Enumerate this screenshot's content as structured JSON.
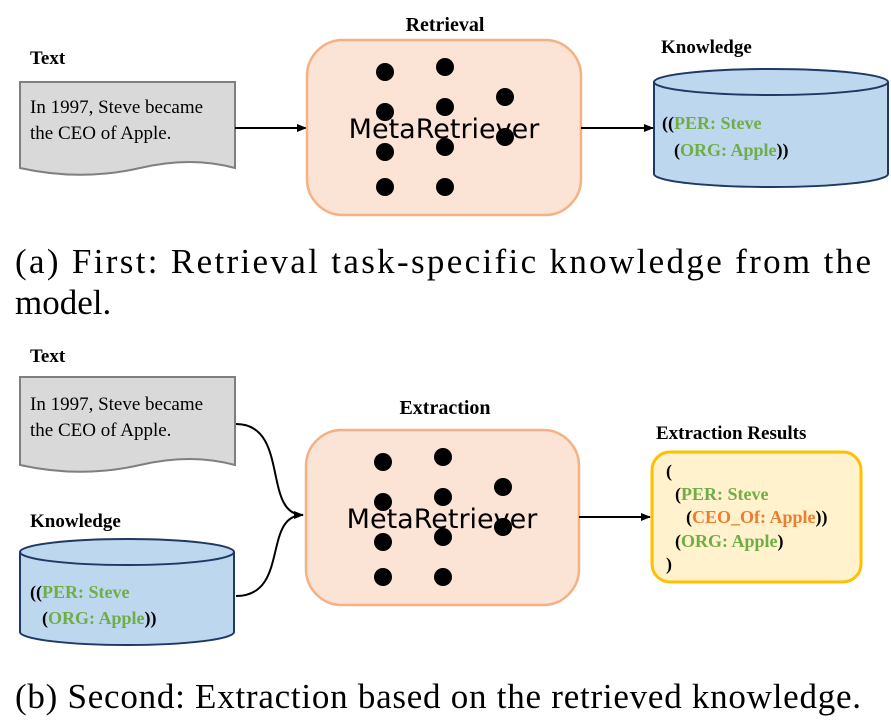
{
  "panel_a": {
    "header": "Retrieval",
    "text_label": "Text",
    "text_lines": [
      "In 1997, Steve became",
      "the CEO of Apple."
    ],
    "model_label": "MetaRetriever",
    "knowledge_label": "Knowledge",
    "knowledge": {
      "open_outer": "((",
      "per": "PER: Steve",
      "open_inner": "(",
      "org": "ORG: Apple",
      "close": "))"
    },
    "caption_line1": "(a) First:  Retrieval task-specific knowledge from the",
    "caption_line2": "model."
  },
  "panel_b": {
    "header": "Extraction",
    "text_label": "Text",
    "text_lines": [
      "In 1997, Steve became",
      "the CEO of Apple."
    ],
    "knowledge_label": "Knowledge",
    "knowledge": {
      "open_outer": "((",
      "per": "PER: Steve",
      "open_inner": "(",
      "org": "ORG: Apple",
      "close": "))"
    },
    "model_label": "MetaRetriever",
    "results_label": "Extraction Results",
    "results": {
      "line1": "(",
      "line2_open": "(",
      "line2_per": "PER: Steve",
      "line3_open": "(",
      "line3_rel": "CEO_Of: Apple",
      "line3_close": "))",
      "line4_open": "(",
      "line4_org": "ORG: Apple",
      "line4_close": ")",
      "line5": ")"
    },
    "caption": "(b) Second: Extraction based on the retrieved knowledge."
  },
  "colors": {
    "model_fill": "#fbe3d6",
    "model_stroke": "#f4b183",
    "doc_fill": "#d9d9d9",
    "doc_stroke": "#7f7f7f",
    "db_fill": "#bdd7ee",
    "db_stroke": "#1f3864",
    "result_fill": "#fff2cc",
    "result_stroke": "#ffc000",
    "entity_green": "#70ad47",
    "relation_orange": "#ed7d31"
  }
}
